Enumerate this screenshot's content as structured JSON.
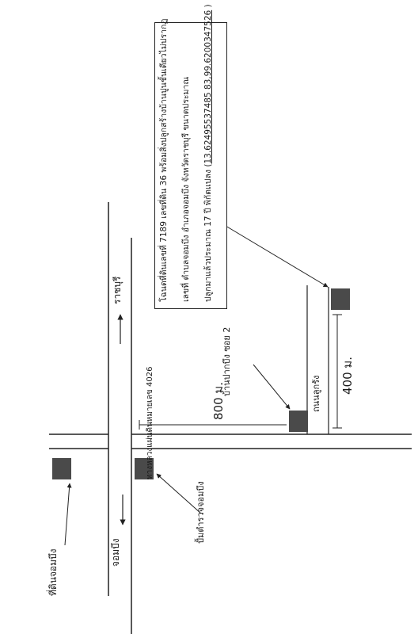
{
  "info": {
    "line1": "โฉนดที่ดินเลขที่ 7189 เลขที่ดิน 36 พร้อมสิ่งปลูกสร้างบ้านปูนชั้นเดียวไม่ปรากฏ",
    "line2": "เลขที่ ตำบลจอมบึง อำเภอจอมบึง จังหวัดราชบุรี ขนาดประมาณ",
    "line3_prefix": "ปลูกมาแล้วประมาณ 17 ปี พิกัดแปลง (",
    "coordinates": "13.62495537485 83,99.6200347526",
    "line3_suffix": " )"
  },
  "labels": {
    "road_main": "ทางหลวงแผ่นดินหมายเลข 4026",
    "dir_ratchaburi": "ราชบุรี",
    "dir_chombueng": "จอมบึง",
    "soi": "บ้านปากบึง ซอย 2",
    "dist_800": "800 ม.",
    "road_lukrang": "ถนนลูกรัง",
    "dist_400": "400 ม.",
    "gas_station": "ปั้มตำรวจจอมบึง",
    "land_office": "ที่ดินจอมบึง"
  }
}
